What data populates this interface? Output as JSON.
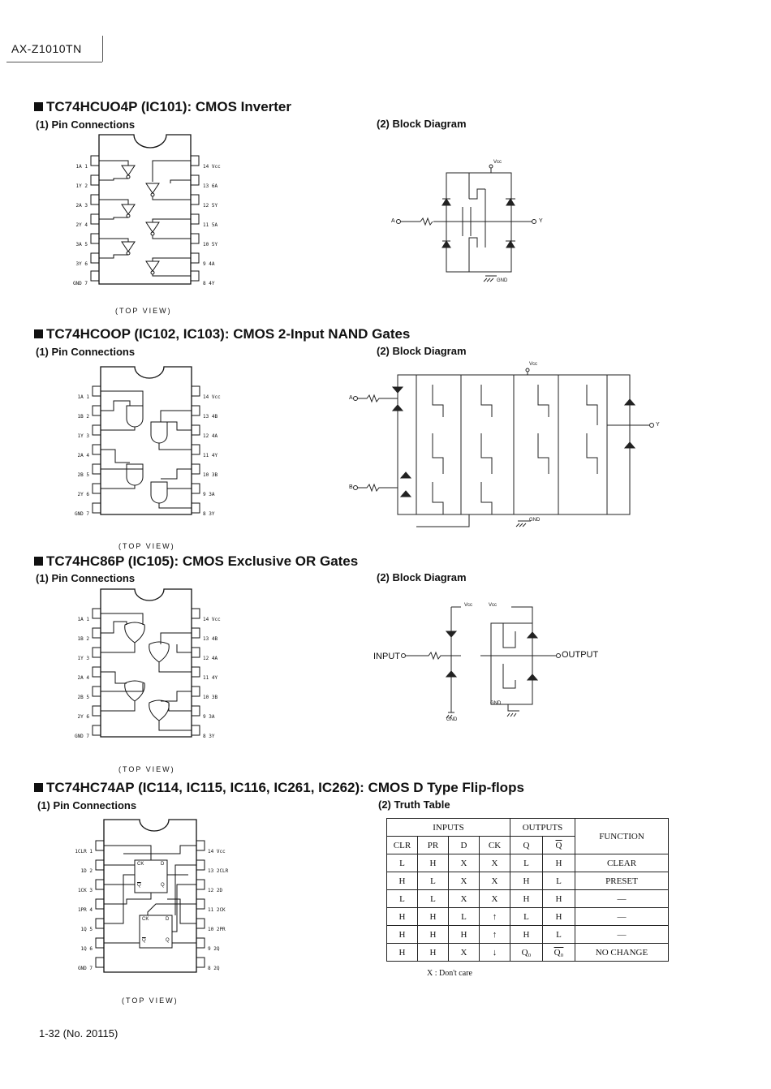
{
  "header": {
    "model": "AX-Z1010TN"
  },
  "sections": [
    {
      "title": "TC74HCUO4P (IC101): CMOS Inverter",
      "sub1": "(1)  Pin Connections",
      "sub2": "(2)  Block Diagram",
      "top_view": "(TOP VIEW)",
      "pins_left": [
        "1A  1",
        "1Y  2",
        "2A  3",
        "2Y  4",
        "3A  5",
        "3Y  6",
        "GND  7"
      ],
      "pins_right": [
        "14  Vcc",
        "13  6A",
        "12  5Y",
        "11  5A",
        "10  5Y",
        "9   4A",
        "8   4Y"
      ],
      "block": {
        "vcc": "Vcc",
        "gnd": "GND",
        "in": "A",
        "out": "Y"
      }
    },
    {
      "title": "TC74HCOOP (IC102, IC103): CMOS 2-Input NAND Gates",
      "sub1": "(1)  Pin Connections",
      "sub2": "(2)  Block Diagram",
      "top_view": "(TOP VIEW)",
      "pins_left": [
        "1A  1",
        "1B  2",
        "1Y  3",
        "2A  4",
        "2B  5",
        "2Y  6",
        "GND  7"
      ],
      "pins_right": [
        "14  Vcc",
        "13  4B",
        "12  4A",
        "11  4Y",
        "10  3B",
        "9   3A",
        "8   3Y"
      ],
      "block": {
        "vcc": "Vcc",
        "gnd": "GND",
        "in_a": "A",
        "in_b": "B",
        "out": "Y"
      }
    },
    {
      "title": "TC74HC86P (IC105): CMOS Exclusive OR Gates",
      "sub1": "(1)  Pin Connections",
      "sub2": "(2)  Block Diagram",
      "top_view": "(TOP VIEW)",
      "pins_left": [
        "1A  1",
        "1B  2",
        "1Y  3",
        "2A  4",
        "2B  5",
        "2Y  6",
        "GND  7"
      ],
      "pins_right": [
        "14  Vcc",
        "13  4B",
        "12  4A",
        "11  4Y",
        "10  3B",
        "9   3A",
        "8   3Y"
      ],
      "block": {
        "vcc1": "Vcc",
        "vcc2": "Vcc",
        "gnd1": "GND",
        "gnd2": "GND",
        "in": "INPUT",
        "out": "OUTPUT"
      }
    },
    {
      "title": "TC74HC74AP (IC114, IC115, IC116, IC261, IC262): CMOS D Type Flip-flops",
      "sub1": "(1)  Pin Connections",
      "sub2": "(2)  Truth Table",
      "top_view": "(TOP VIEW)",
      "pins_left": [
        "1CLR  1",
        "1D  2",
        "1CK  3",
        "1PR  4",
        "1Q  5",
        "1Q  6",
        "GND  7"
      ],
      "pins_right": [
        "14  Vcc",
        "13  2CLR",
        "12  2D",
        "11  2CK",
        "10  2PR",
        "9   2Q",
        "8   2Q"
      ],
      "ff_labels": {
        "ck": "CK",
        "d": "D",
        "q": "Q",
        "qbar": "Q"
      }
    }
  ],
  "truth_table": {
    "group_inputs": "INPUTS",
    "group_outputs": "OUTPUTS",
    "function_header": "FUNCTION",
    "columns": [
      "CLR",
      "PR",
      "D",
      "CK",
      "Q",
      "Q"
    ],
    "rows": [
      [
        "L",
        "H",
        "X",
        "X",
        "L",
        "H",
        "CLEAR"
      ],
      [
        "H",
        "L",
        "X",
        "X",
        "H",
        "L",
        "PRESET"
      ],
      [
        "L",
        "L",
        "X",
        "X",
        "H",
        "H",
        "—"
      ],
      [
        "H",
        "H",
        "L",
        "↑",
        "L",
        "H",
        "—"
      ],
      [
        "H",
        "H",
        "H",
        "↑",
        "H",
        "L",
        "—"
      ],
      [
        "H",
        "H",
        "X",
        "↓",
        "Q₀",
        "Q₀",
        "NO CHANGE"
      ]
    ],
    "note": "X : Don't care"
  },
  "footer": {
    "page": "1-32  (No. 20115)"
  }
}
